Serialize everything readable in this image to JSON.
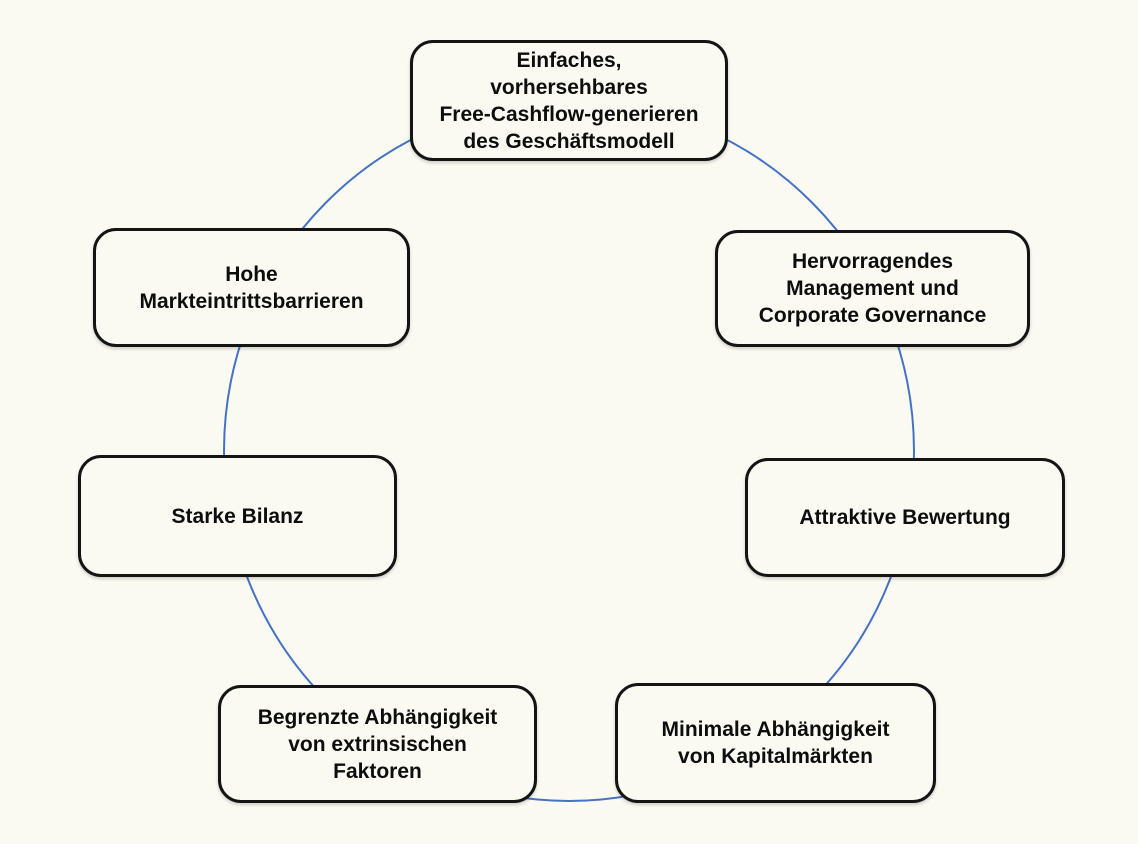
{
  "diagram": {
    "type": "cycle-diagram",
    "background_color": "#FAFAF2",
    "circle_color": "#4472C4",
    "box_border_color": "#141414",
    "box_fill_color": "#FAFAF2",
    "text_color": "#0D0D0D",
    "nodes": [
      {
        "id": "free-cashflow-geschaeftsmodell",
        "position": "top",
        "label": "Einfaches,\nvorhersehbares\nFree-Cashflow-generieren\ndes Geschäftsmodell"
      },
      {
        "id": "management-governance",
        "position": "upper-right",
        "label": "Hervorragendes\nManagement und\nCorporate Governance"
      },
      {
        "id": "attraktive-bewertung",
        "position": "right",
        "label": "Attraktive Bewertung"
      },
      {
        "id": "minimale-abhaengigkeit",
        "position": "bottom-right",
        "label": "Minimale Abhängigkeit\nvon Kapitalmärkten"
      },
      {
        "id": "begrenzte-abhaengigkeit",
        "position": "bottom-left",
        "label": "Begrenzte Abhängigkeit\nvon extrinsischen\nFaktoren"
      },
      {
        "id": "starke-bilanz",
        "position": "left",
        "label": "Starke Bilanz"
      },
      {
        "id": "markteintrittsbarrieren",
        "position": "upper-left",
        "label": "Hohe\nMarkteintrittsbarrieren"
      }
    ]
  }
}
